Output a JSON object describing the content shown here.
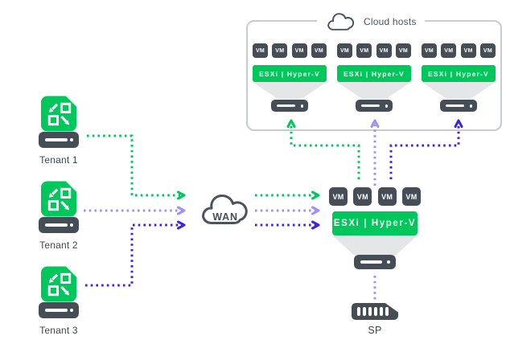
{
  "colors": {
    "green": "#00c75c",
    "light_purple": "#9e92f7",
    "indigo": "#3e24df",
    "slate": "#454e57",
    "label_text": "#3d4650",
    "box_border": "#c6ccd2",
    "funnel_gray": "#e4e6e8",
    "cloud_outline": "#4a545e"
  },
  "cloud_hosts": {
    "label": "Cloud hosts",
    "vm_label": "VM",
    "hosts": [
      {
        "hypervisor": "ESXi | Hyper-V"
      },
      {
        "hypervisor": "ESXi | Hyper-V"
      },
      {
        "hypervisor": "ESXi | Hyper-V"
      }
    ]
  },
  "wan": {
    "label": "WAN"
  },
  "tenants": [
    {
      "label": "Tenant 1"
    },
    {
      "label": "Tenant 2"
    },
    {
      "label": "Tenant 3"
    }
  ],
  "service_provider": {
    "label": "SP",
    "host": {
      "vm_label": "VM",
      "hypervisor": "ESXi | Hyper-V"
    }
  }
}
